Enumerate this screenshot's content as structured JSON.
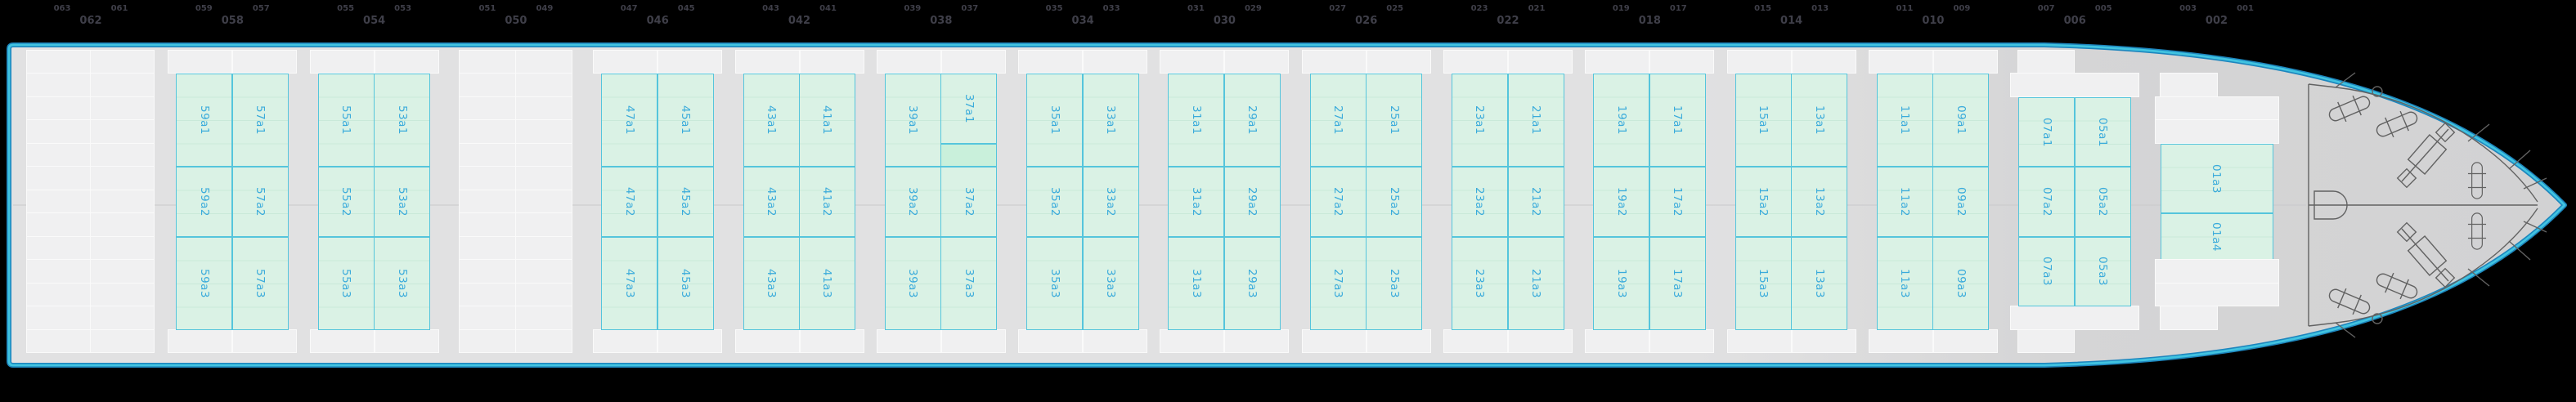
{
  "scene": {
    "description": "Container vessel main deck stowage bay plan, top-down view, bow to the right",
    "background_color": "#000000"
  },
  "colors": {
    "hull_border_outer": "#1d86be",
    "hull_border_inner": "#41c3e0",
    "deck_light": "#e1e1e2",
    "deck_dark": "#d2d2d3",
    "cell_fill": "#f0f0f1",
    "slot_fill": "#daf2e5",
    "slot_border": "#55c5dc",
    "slot_row_line": "#c9e9d9",
    "slot_highlight_fill": "#c9f0db",
    "slot_label_text": "#3aabdb",
    "bay_number_text": "#3f3f49",
    "machinery_line": "#626262",
    "centerline": "#c9c9cb"
  },
  "bays": [
    {
      "bay_number": "062",
      "odd_labels": [
        "063",
        "061"
      ],
      "kind": "grid-wide",
      "slot_labels": []
    },
    {
      "bay_number": "058",
      "odd_labels": [
        "059",
        "057"
      ],
      "kind": "standard",
      "slot_labels": [
        "59a1",
        "57a1",
        "59a2",
        "57a2",
        "59a3",
        "57a3"
      ]
    },
    {
      "bay_number": "054",
      "odd_labels": [
        "055",
        "053"
      ],
      "kind": "standard",
      "slot_labels": [
        "55a1",
        "53a1",
        "55a2",
        "53a2",
        "55a3",
        "53a3"
      ]
    },
    {
      "bay_number": "050",
      "odd_labels": [
        "051",
        "049"
      ],
      "kind": "grid-narrow",
      "slot_labels": []
    },
    {
      "bay_number": "046",
      "odd_labels": [
        "047",
        "045"
      ],
      "kind": "standard",
      "slot_labels": [
        "47a1",
        "45a1",
        "47a2",
        "45a2",
        "47a3",
        "45a3"
      ]
    },
    {
      "bay_number": "042",
      "odd_labels": [
        "043",
        "041"
      ],
      "kind": "standard",
      "slot_labels": [
        "43a1",
        "41a1",
        "43a2",
        "41a2",
        "43a3",
        "41a3"
      ]
    },
    {
      "bay_number": "038",
      "odd_labels": [
        "039",
        "037"
      ],
      "kind": "standard-short-right",
      "slot_labels": [
        "39a1",
        "37a1",
        "39a2",
        "37a2",
        "39a3",
        "37a3"
      ],
      "highlight_cell": true
    },
    {
      "bay_number": "034",
      "odd_labels": [
        "035",
        "033"
      ],
      "kind": "standard",
      "slot_labels": [
        "35a1",
        "33a1",
        "35a2",
        "33a2",
        "35a3",
        "33a3"
      ]
    },
    {
      "bay_number": "030",
      "odd_labels": [
        "031",
        "029"
      ],
      "kind": "standard",
      "slot_labels": [
        "31a1",
        "29a1",
        "31a2",
        "29a2",
        "31a3",
        "29a3"
      ]
    },
    {
      "bay_number": "026",
      "odd_labels": [
        "027",
        "025"
      ],
      "kind": "standard",
      "slot_labels": [
        "27a1",
        "25a1",
        "27a2",
        "25a2",
        "27a3",
        "25a3"
      ]
    },
    {
      "bay_number": "022",
      "odd_labels": [
        "023",
        "021"
      ],
      "kind": "standard",
      "slot_labels": [
        "23a1",
        "21a1",
        "23a2",
        "21a2",
        "23a3",
        "21a3"
      ]
    },
    {
      "bay_number": "018",
      "odd_labels": [
        "019",
        "017"
      ],
      "kind": "standard",
      "slot_labels": [
        "19a1",
        "17a1",
        "19a2",
        "17a2",
        "19a3",
        "17a3"
      ]
    },
    {
      "bay_number": "014",
      "odd_labels": [
        "015",
        "013"
      ],
      "kind": "standard",
      "slot_labels": [
        "15a1",
        "13a1",
        "15a2",
        "13a2",
        "15a3",
        "13a3"
      ]
    },
    {
      "bay_number": "010",
      "odd_labels": [
        "011",
        "009"
      ],
      "kind": "standard",
      "slot_labels": [
        "11a1",
        "09a1",
        "11a2",
        "09a2",
        "11a3",
        "09a3"
      ]
    },
    {
      "bay_number": "006",
      "odd_labels": [
        "007",
        "005"
      ],
      "kind": "bow",
      "slot_labels": [
        "07a1",
        "05a1",
        "07a2",
        "05a2",
        "07a3",
        "05a3"
      ]
    },
    {
      "bay_number": "002",
      "odd_labels": [
        "003",
        "001"
      ],
      "kind": "bow-single",
      "slot_labels": [
        "01a3",
        "01a4"
      ]
    }
  ],
  "bow_machinery": [
    "windlass",
    "bollard",
    "bollard",
    "bollard",
    "bollard",
    "bollard",
    "bollard",
    "fairlead",
    "fairlead",
    "mooring-circle",
    "mooring-circle"
  ]
}
